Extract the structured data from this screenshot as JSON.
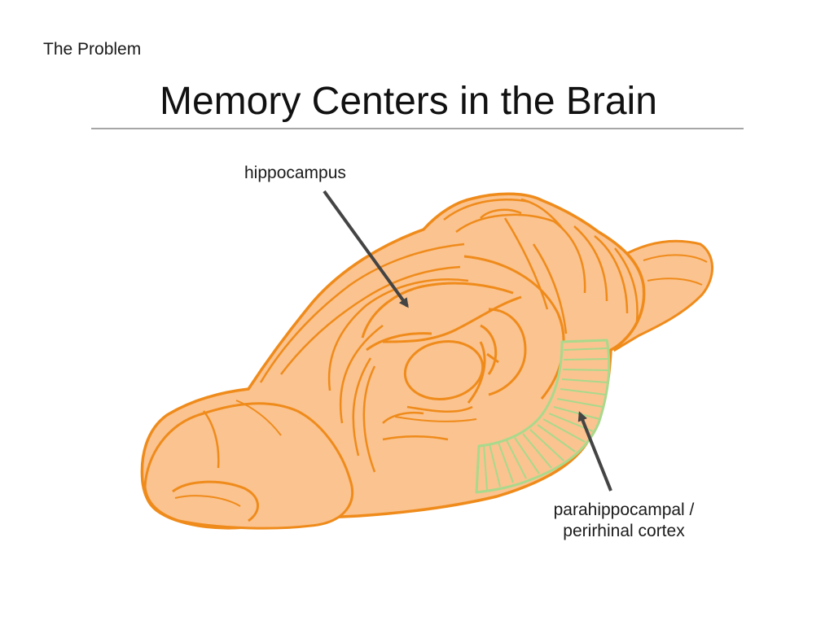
{
  "slide": {
    "section_label": "The Problem",
    "title": "Memory Centers in the Brain"
  },
  "figure": {
    "icon": "brain-illustration",
    "labels": {
      "hippocampus": "hippocampus",
      "parahippocampal_line1": "parahippocampal /",
      "parahippocampal_line2": "perirhinal cortex"
    },
    "colors": {
      "brain_fill": "#fbc38f",
      "brain_outline": "#ef8b1b",
      "cortex_region": "#a9d98c",
      "arrow": "#444444",
      "title_rule": "#a6a6a6"
    }
  }
}
